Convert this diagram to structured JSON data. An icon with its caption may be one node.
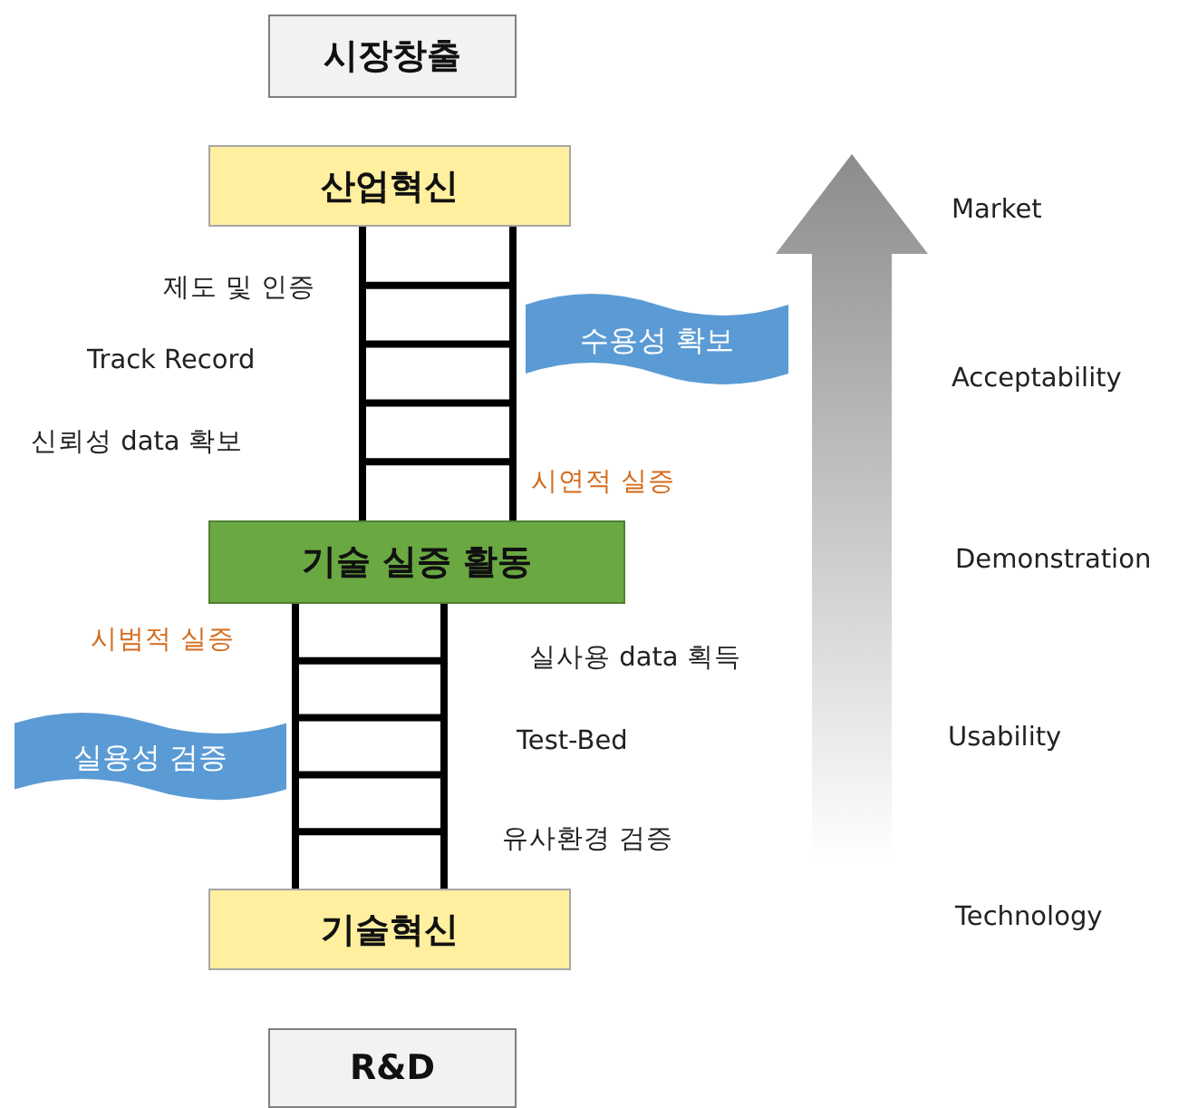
{
  "diagram": {
    "nodes": [
      {
        "text": [
          "시장창출"
        ]
      },
      {
        "text": [
          "산업혁신"
        ]
      },
      {
        "text": [
          "수용성 확보"
        ]
      },
      {
        "text": [
          "기술 실증 활동"
        ]
      },
      {
        "text": [
          "실용성 검증"
        ]
      },
      {
        "text": [
          "기술혁신"
        ]
      },
      {
        "text": [
          "R&D"
        ]
      }
    ],
    "edges": [
      {
        "from": 1,
        "to": 3,
        "arrow": "none"
      },
      {
        "from": 3,
        "to": 5,
        "arrow": "none"
      }
    ],
    "labels": [
      "Market",
      "제도 및 인증",
      "Track Record",
      "Acceptability",
      "신뢰성 data 확보",
      "시연적 실증",
      "Demonstration",
      "시범적 실증",
      "실사용 data 획득",
      "Test-Bed",
      "Usability",
      "유사환경 검증",
      "Technology"
    ]
  }
}
